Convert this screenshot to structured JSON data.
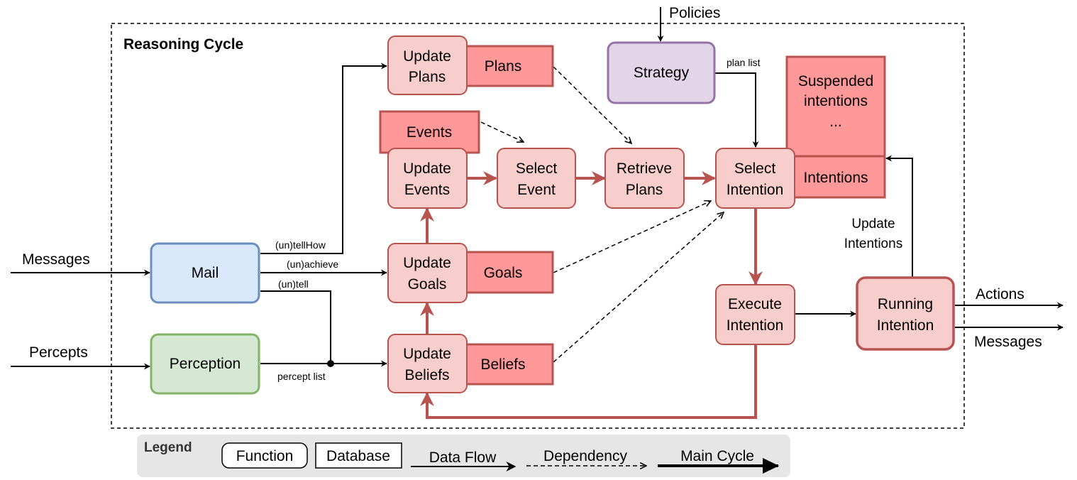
{
  "diagram": {
    "title": "Reasoning Cycle",
    "external": {
      "policies": "Policies",
      "messages_in": "Messages",
      "percepts": "Percepts",
      "actions": "Actions",
      "messages_out": "Messages"
    },
    "functions": {
      "mail": "Mail",
      "perception": "Perception",
      "strategy": "Strategy",
      "update_plans": [
        "Update",
        "Plans"
      ],
      "update_events": [
        "Update",
        "Events"
      ],
      "update_goals": [
        "Update",
        "Goals"
      ],
      "update_beliefs": [
        "Update",
        "Beliefs"
      ],
      "select_event": [
        "Select",
        "Event"
      ],
      "retrieve_plans": [
        "Retrieve",
        "Plans"
      ],
      "select_intention": [
        "Select",
        "Intention"
      ],
      "execute_intention": [
        "Execute",
        "Intention"
      ],
      "running_intention": [
        "Running",
        "Intention"
      ]
    },
    "databases": {
      "plans": "Plans",
      "events": "Events",
      "goals": "Goals",
      "beliefs": "Beliefs",
      "intentions": "Intentions",
      "suspended": [
        "Suspended",
        "intentions",
        "..."
      ]
    },
    "edge_labels": {
      "tellhow": "(un)tellHow",
      "achieve": "(un)achieve",
      "tell": "(un)tell",
      "percept_list": "percept list",
      "plan_list": "plan list",
      "update_intentions": [
        "Update",
        "Intentions"
      ]
    },
    "legend": {
      "title": "Legend",
      "function": "Function",
      "database": "Database",
      "data_flow": "Data Flow",
      "dependency": "Dependency",
      "main_cycle": "Main Cycle"
    },
    "colors": {
      "mail_fill": "#dae8fc",
      "mail_stroke": "#6c8ebf",
      "perception_fill": "#d5e8d4",
      "perception_stroke": "#82b366",
      "strategy_fill": "#e1d5e7",
      "strategy_stroke": "#9673a6",
      "function_fill": "#f8cecc",
      "function_stroke": "#b85450",
      "database_fill": "#ff9999",
      "main_cycle": "#b85450",
      "legend_bg": "#e6e6e6"
    }
  }
}
